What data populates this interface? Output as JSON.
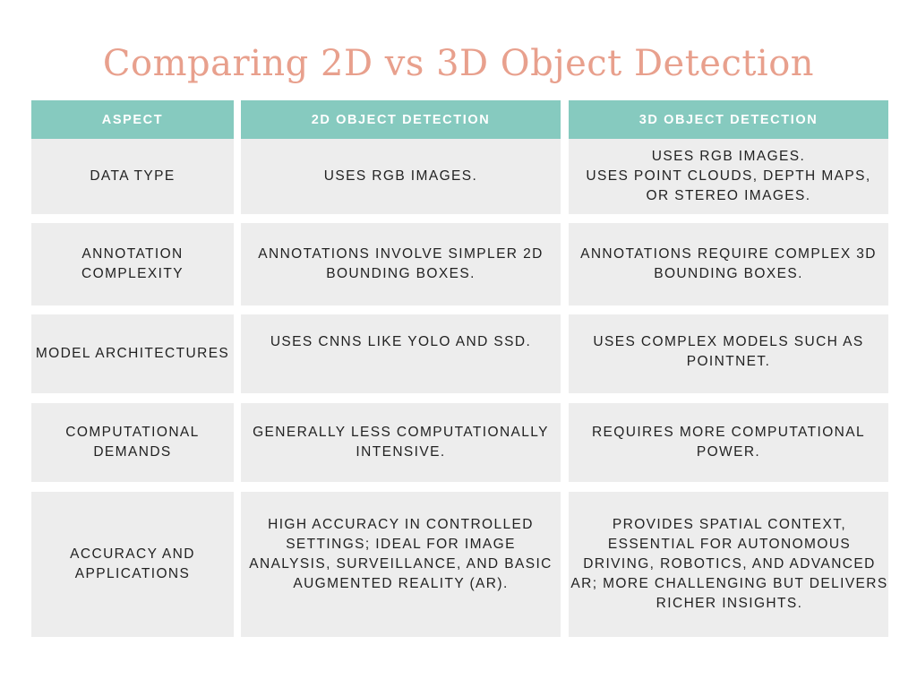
{
  "title": "Comparing 2D vs 3D Object Detection",
  "colors": {
    "title": "#E8A08D",
    "header_bg": "#86CABF",
    "header_text": "#FFFFFF",
    "cell_bg": "#EDEDED",
    "cell_text": "#222222"
  },
  "table": {
    "headers": [
      "Aspect",
      "2D Object Detection",
      "3D Object Detection"
    ],
    "rows": [
      [
        "Data Type",
        "Uses RGB images.",
        "Uses RGB images.\nUses point clouds, depth maps, or stereo images."
      ],
      [
        "Annotation Complexity",
        "Annotations involve simpler 2D bounding boxes.",
        "Annotations require complex 3D bounding boxes."
      ],
      [
        "Model Architectures",
        "Uses CNNs like YOLO and SSD.",
        "Uses complex models such as PointNet."
      ],
      [
        "Computational Demands",
        "Generally less computationally intensive.",
        "Requires more computational power."
      ],
      [
        "Accuracy and Applications",
        "High accuracy in controlled settings; ideal for image analysis, surveillance, and basic augmented reality (AR).",
        "Provides spatial context, essential for autonomous driving, robotics, and advanced AR; more challenging but delivers richer insights."
      ]
    ]
  }
}
